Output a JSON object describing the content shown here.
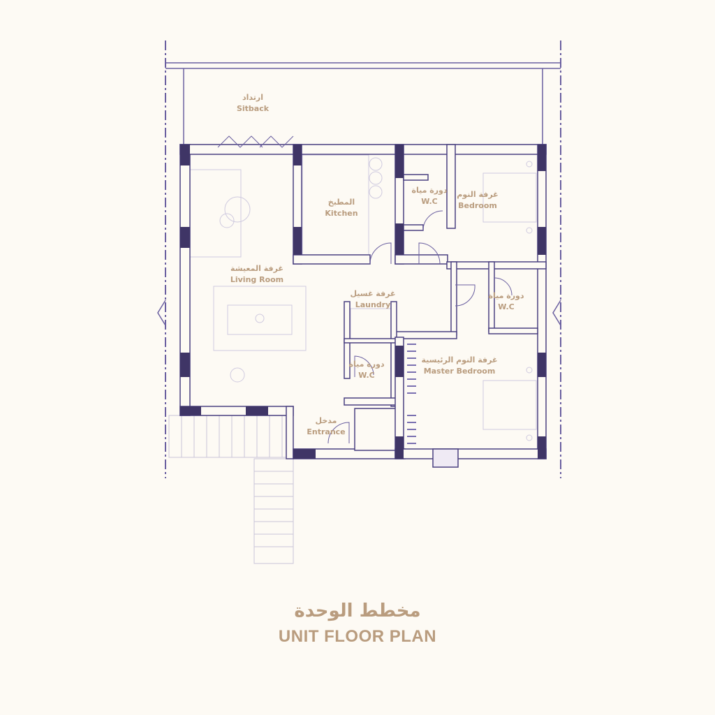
{
  "rooms": {
    "sitback": {
      "ar": "ارتداد",
      "en": "Sitback"
    },
    "kitchen": {
      "ar": "المطبخ",
      "en": "Kitchen"
    },
    "wc1": {
      "ar": "دورة مياة",
      "en": "W.C"
    },
    "bedroom": {
      "ar": "غرفة النوم",
      "en": "Bedroom"
    },
    "living": {
      "ar": "غرفة المعيشة",
      "en": "Living Room"
    },
    "laundry": {
      "ar": "غرفة غسيل",
      "en": "Laundry"
    },
    "wc2": {
      "ar": "دورة مياة",
      "en": "W.C"
    },
    "wc3": {
      "ar": "دورة مياة",
      "en": "W.C"
    },
    "master": {
      "ar": "غرفة النوم الرئيسية",
      "en": "Master Bedroom"
    },
    "entrance": {
      "ar": "مدخل",
      "en": "Entrance"
    }
  },
  "title": {
    "ar": "مخطط الوحدة",
    "en": "UNIT FLOOR PLAN"
  },
  "colors": {
    "wall": "#3f3566",
    "line": "#6a5fa0",
    "text": "#b99c7e",
    "background": "#fdfaf4"
  }
}
